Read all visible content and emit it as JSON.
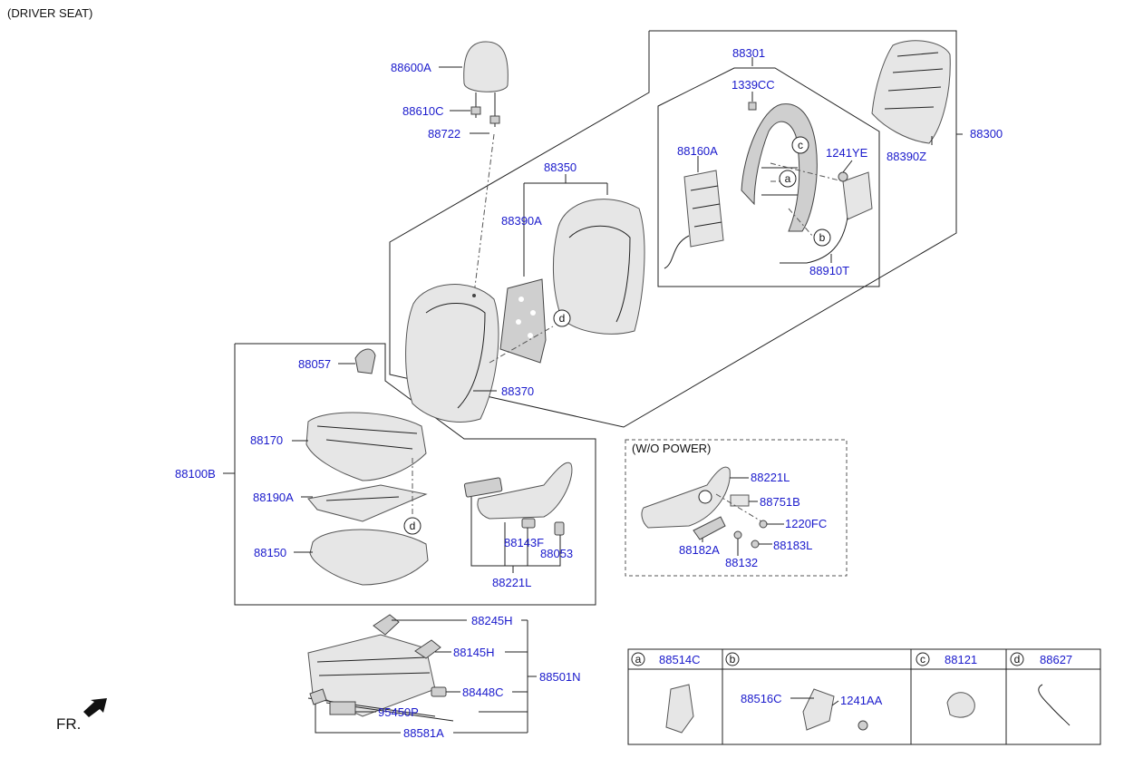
{
  "title": "(DRIVER SEAT)",
  "wo_power_title": "(W/O POWER)",
  "labels": {
    "p88600A": "88600A",
    "p88610C": "88610C",
    "p88722": "88722",
    "p88301": "88301",
    "p1339CC": "1339CC",
    "p88160A": "88160A",
    "p1241YE": "1241YE",
    "p88390Z": "88390Z",
    "p88300": "88300",
    "p88910T": "88910T",
    "p88350": "88350",
    "p88390A": "88390A",
    "p88370": "88370",
    "p88057": "88057",
    "p88170": "88170",
    "p88100B": "88100B",
    "p88190A": "88190A",
    "p88150": "88150",
    "p88143F": "88143F",
    "p88053": "88053",
    "p88221L_a": "88221L",
    "p88221L_b": "88221L",
    "p88751B": "88751B",
    "p1220FC": "1220FC",
    "p88182A": "88182A",
    "p88183L": "88183L",
    "p88132": "88132",
    "p88245H": "88245H",
    "p88145H": "88145H",
    "p88501N": "88501N",
    "p88448C": "88448C",
    "p95450P": "95450P",
    "p88581A": "88581A",
    "p88516C": "88516C",
    "p1241AA": "1241AA"
  },
  "callouts": {
    "a": "a",
    "b": "b",
    "c": "c",
    "d": "d"
  },
  "legend": {
    "a": {
      "key": "a",
      "part": "88514C"
    },
    "b": {
      "key": "b",
      "part": ""
    },
    "c": {
      "key": "c",
      "part": "88121"
    },
    "d": {
      "key": "d",
      "part": "88627"
    }
  },
  "front_label": "FR."
}
